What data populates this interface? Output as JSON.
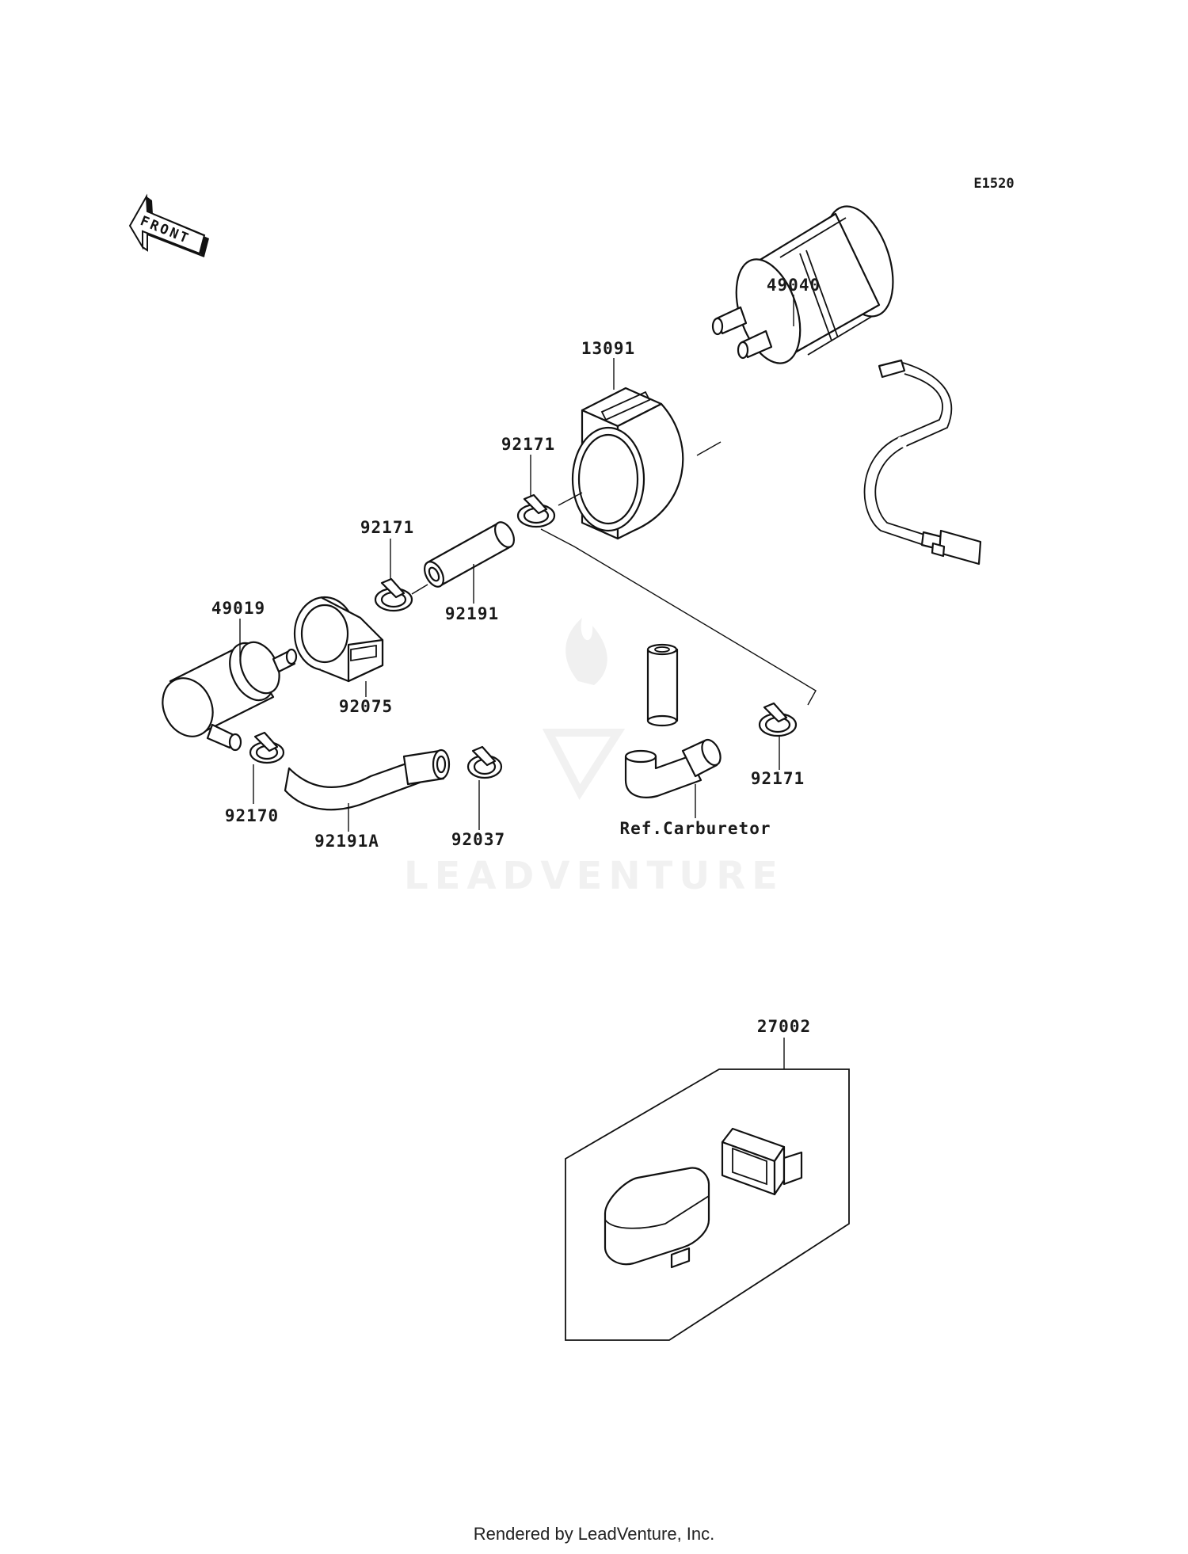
{
  "diagram_code": "E1520",
  "front_label": "FRONT",
  "labels": {
    "fuel_pump": "49040",
    "bracket": "13091",
    "clamp_top": "92171",
    "clamp_mid": "92171",
    "hose_short": "92191",
    "filter": "49019",
    "cushion": "92075",
    "clamp_bottom_right": "92171",
    "clamp_filter": "92170",
    "hose_bent": "92191A",
    "clamp_hose": "92037",
    "ref_carburetor": "Ref.Carburetor",
    "connector_kit": "27002"
  },
  "watermark": "LEADVENTURE",
  "footer": "Rendered by LeadVenture, Inc."
}
